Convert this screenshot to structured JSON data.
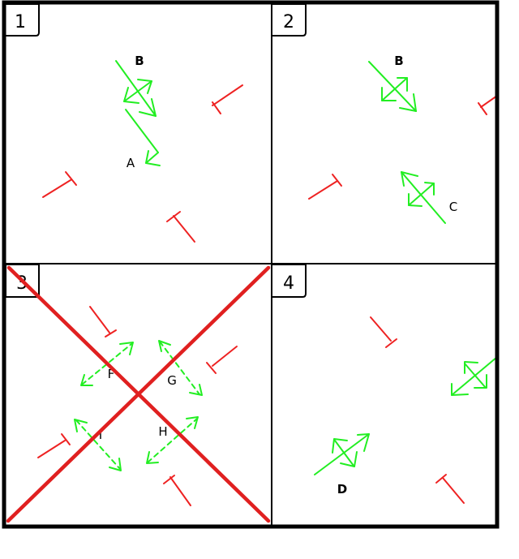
{
  "panels": [
    {
      "number": "1",
      "labels": {
        "B": "B",
        "A": "A"
      }
    },
    {
      "number": "2",
      "labels": {
        "B": "B",
        "C": "C"
      }
    },
    {
      "number": "3",
      "labels": {
        "F": "F",
        "G": "G",
        "H": "H",
        "I": "I"
      }
    },
    {
      "number": "4",
      "labels": {
        "D": "D"
      }
    }
  ],
  "colors": {
    "frame": "#000000",
    "agent_green": "#22ee22",
    "wall_red": "#ee2222",
    "cross_red": "#e02020",
    "label": "#000000"
  }
}
